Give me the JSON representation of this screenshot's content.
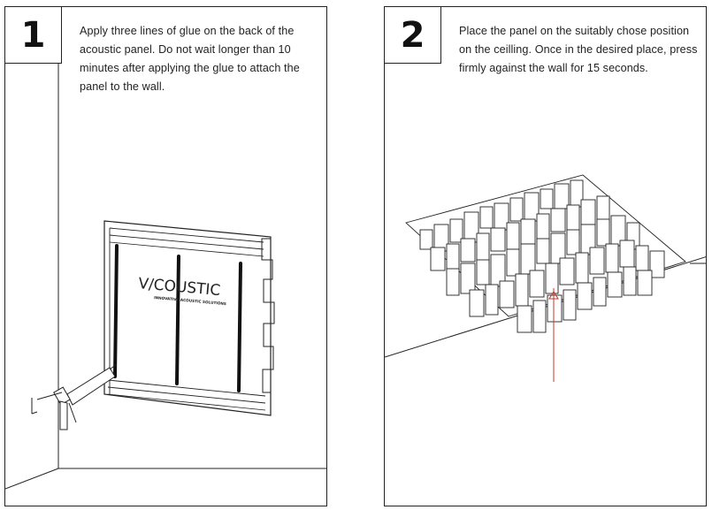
{
  "steps": [
    {
      "number": "1",
      "text": "Apply three lines of glue on the back of the acoustic panel.  Do not wait longer than 10 minutes after applying the glue to attach the panel to the wall.",
      "logo_text": "V/COUSTIC",
      "logo_tagline": "INNOVATIVE ACOUSTIC SOLUTIONS"
    },
    {
      "number": "2",
      "text": "Place the panel on the suitably chose position on the ceilling. Once in the desired place, press firmly against the wall for 15 seconds."
    }
  ],
  "colors": {
    "line": "#222222",
    "marker": "#c0392b"
  }
}
